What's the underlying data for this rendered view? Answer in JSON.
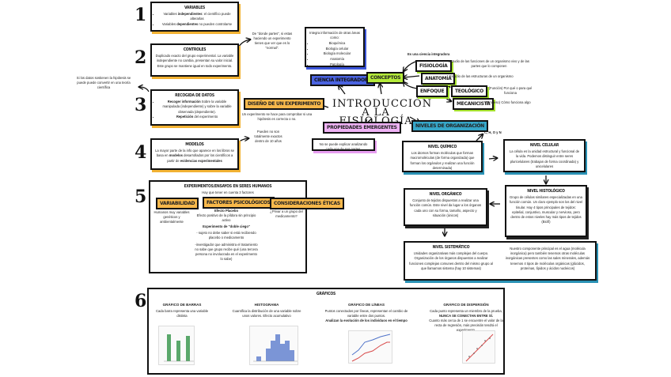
{
  "title": "INTRODUCCIÓN A LA FISIOLOGÍA",
  "step_numbers": [
    "1",
    "2",
    "3",
    "4",
    "5",
    "6"
  ],
  "variables": {
    "title": "VARIABLES",
    "items": [
      {
        "pre": "Variables ",
        "bold": "independientes",
        "post": ": el científico puede alterarlas"
      },
      {
        "pre": "Variables ",
        "bold": "dependientes",
        "post": " no pueden controlarse"
      }
    ]
  },
  "controles": {
    "title": "CONTROLES",
    "text": "Duplicado exacto del grupo experimental. La variable independiente no cambia, presentan su valor inicial. Este grupo se mantiene igual en todo experimento."
  },
  "controles_note": "De \"donde partes\", si estas haciendo un experimento tienes que ver que es lo \"normal\".",
  "hipotesis_note": "Si los datos sostienen la hipótesis se puede puede convertir en una teoría científica",
  "recogida": {
    "title": "RECOGIDA DE DATOS",
    "items": [
      {
        "bold": "Recoger información",
        "post": " Sobre la variable manipulada (independiente) y sobre la variable observada (dependiente)."
      },
      {
        "bold": "Repetición",
        "post": " del experimento"
      }
    ]
  },
  "modelos": {
    "title": "MODELOS",
    "pre": "La mayor parte de la info que aparece en los libros se basa en ",
    "bold1": "modelos",
    "mid": " desarrollados por los científicos a partir de ",
    "bold2": "evidencias experimentales"
  },
  "modelos_note": "Pueden no son totalmente exactos dentro de 10 años",
  "diseno": {
    "label": "DISEÑO DE UN EXPERIMENTO",
    "text": "Un experimento se hace para comprobar si una hipótesis es correcta o no."
  },
  "ciencia_integradora": {
    "label": "CIENCIA INTEGRADORA",
    "box_intro": "Integra información de otras áreas como:",
    "areas": [
      "Bioquímica",
      "Biología celular",
      "Biología molecular",
      "Anatomía",
      "Patología"
    ]
  },
  "conceptos": {
    "label": "CONCEPTOS",
    "header_note": "Es una ciencia integradora",
    "items": [
      {
        "label": "FISIOLOGÍA",
        "desc": "Estudio de las funciones de un organismo vivo y de las partes que lo componen"
      },
      {
        "label": "ANATOMÍA",
        "desc": "Estudio de las estructuras de un organismo"
      },
      {
        "label": "ENFOQUE",
        "desc": ""
      }
    ],
    "enfoque": [
      {
        "label": "TEOLÓGICO",
        "desc": "(Función) Por qué o para qué funciona"
      },
      {
        "label": "MECANICISTA",
        "desc": "(Proceso) Cómo funciona algo"
      }
    ]
  },
  "propiedades": {
    "label": "PROPIEDADES EMERGENTES",
    "text": "No se puede explicar analizando cada una de sus partes."
  },
  "niveles": {
    "label": "NIVELES DE ORGANIZACIÓN",
    "elements_note": "C, H, O y N",
    "quimico": {
      "title": "NIVEL QUÍMICO",
      "text": "Los átomos forman moléculas que forman macromoléculas (de forma organizada) que forman los orgánulos y realizan una función determinada)"
    },
    "celular": {
      "title": "NIVEL CELULAR",
      "text": "La célula es la unidad estructural y funcional de la vida. Podemos distinguir entre seres pluricelulares (trabajan de forma coordinada) y unicelulares"
    },
    "histologico": {
      "title": "NIVEL HISTOLÓGICO",
      "text": "Grupo de células similares especializadas en una función común. Un claro ejemplo son los del nivel tisular. Hay 4 tipos principales de tejidos: epitelial, conjuntivo, muscular y nervioso, pero dentro de estos niveles hay más tipos de tejidos (Biofí)"
    },
    "organico": {
      "title": "NIVEL ORGÁNICO",
      "text": "Conjunto de tejidos dispuestos a realizar una función común. Este nivel da lugar a los órganos cada uno con su forma, tamaño, aspecto y situación (únicos)"
    },
    "sistematico": {
      "title": "NIVEL SISTEMÁTICO",
      "text": "Unidades organizativas más complejas del cuerpo. Organización de los órganos dispuestos a realizar funciones complejas comunes dentro del mismo grupo al que llamamos sistema (hay 10 sistemas)"
    },
    "agua_note": "Nuestro componente principal es el agua (molécula inorgánica) pero también tenemos otras moléculas inorgánicas presentes como las sales minerales, además tenemos 4 tipos de moléculas orgánicas (glúcidos, proteínas, lípidos y ácidos nucleicos)"
  },
  "ensayos": {
    "title": "EXPERIMENTOS/ENSAYOS EN SERES HUMANOS",
    "subtitle": "Hay que tener en cuenta 3 factores",
    "factors": [
      {
        "label": "VARIABILIDAD",
        "lines": [
          "Humanos muy variables genéticos y ambientalmente"
        ]
      },
      {
        "label": "FACTORES PSICOLÓGICOS",
        "lines": [
          "Efecto Placebo",
          "Efecto positivo de la píldora sin principio activo",
          "Experimento de \"doble ciego\"",
          "- sujeto no debe saber si está recibiendo placebo o medicamento",
          "-investigador que administra el tratamiento no sabe que grupo recibe qué (una tercera persona no involucrada en el experimento lo sabe)"
        ]
      },
      {
        "label": "CONSIDERACIONES ÉTICAS",
        "lines": [
          "¿Privar a un grupo del medicamento?"
        ]
      }
    ]
  },
  "graficos": {
    "title": "GRÁFICOS",
    "items": [
      {
        "title": "GRÁFICO DE BARRAS",
        "desc": "Cada barra representa una variable distinta"
      },
      {
        "title": "HISTOGRAMA",
        "desc": "Cuantifica la distribución de una variable sobre unos valores. Efecto acumulativo"
      },
      {
        "title": "GRÁFICO DE LÍNEAS",
        "desc": "Puntos conectados por líneas, representan el cambio de variable entre dos puntos.",
        "bold": "Analizan la evolución de los individuos en el tiempo"
      },
      {
        "title": "GRÁFICO DE DISPERSIÓN",
        "desc": "Cada punto representa un miembro de la prueba,",
        "bold": "NUNCA SE CONECTAN ENTRE SÍ.",
        "desc2": "Cuanto más cerca de 1 se encuentre el valor de la recta de regresión, más precisión tendrá el experimento."
      }
    ]
  },
  "colors": {
    "orange": "#f7b84b",
    "blue": "#4a63e0",
    "lime": "#b4ea3a",
    "pink": "#efb2f5",
    "teal": "#36a6c8",
    "bar_green": "#5aa86b",
    "hist_blue": "#7b95d6",
    "line_blue": "#4f73c9",
    "line_red": "#d84a4a"
  }
}
